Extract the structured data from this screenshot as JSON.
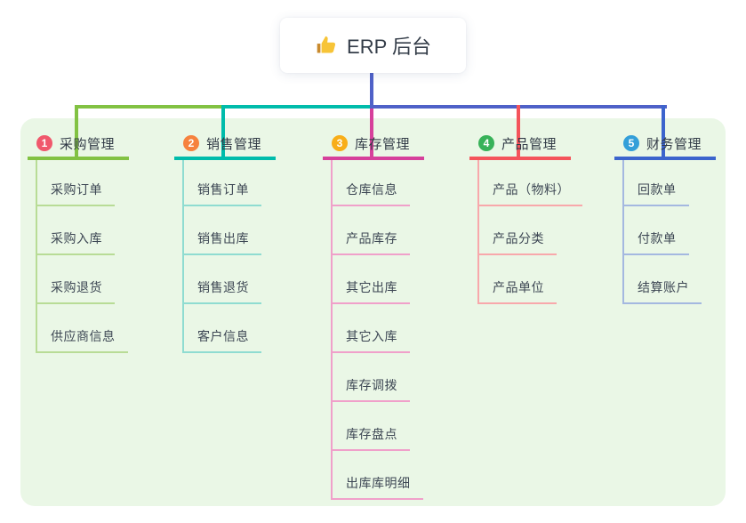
{
  "root": {
    "title": "ERP 后台",
    "icon": "thumbs-up-icon"
  },
  "colors": {
    "canvas_bg": "#ffffff",
    "panel_bg": "#eaf7e6",
    "trunk_blue": "#4f61c8",
    "title_text": "#333c48",
    "node_text": "#3d4754"
  },
  "branches": [
    {
      "badge": "1",
      "label": "采购管理",
      "badge_color": "#f0586c",
      "line_color": "#82c243",
      "child_line_color": "#b8dc96",
      "children": [
        "采购订单",
        "采购入库",
        "采购退货",
        "供应商信息"
      ]
    },
    {
      "badge": "2",
      "label": "销售管理",
      "badge_color": "#f6823e",
      "line_color": "#00bcab",
      "child_line_color": "#8fdcd1",
      "children": [
        "销售订单",
        "销售出库",
        "销售退货",
        "客户信息"
      ]
    },
    {
      "badge": "3",
      "label": "库存管理",
      "badge_color": "#f8ae18",
      "line_color": "#d6409b",
      "child_line_color": "#f0a0ca",
      "children": [
        "仓库信息",
        "产品库存",
        "其它出库",
        "其它入库",
        "库存调拨",
        "库存盘点",
        "出库库明细"
      ]
    },
    {
      "badge": "4",
      "label": "产品管理",
      "badge_color": "#38b259",
      "line_color": "#f4545b",
      "child_line_color": "#f8a8ab",
      "children": [
        "产品（物料）",
        "产品分类",
        "产品单位"
      ]
    },
    {
      "badge": "5",
      "label": "财务管理",
      "badge_color": "#339fd9",
      "line_color": "#3c64cd",
      "child_line_color": "#a4b8e0",
      "children": [
        "回款单",
        "付款单",
        "结算账户"
      ]
    }
  ]
}
